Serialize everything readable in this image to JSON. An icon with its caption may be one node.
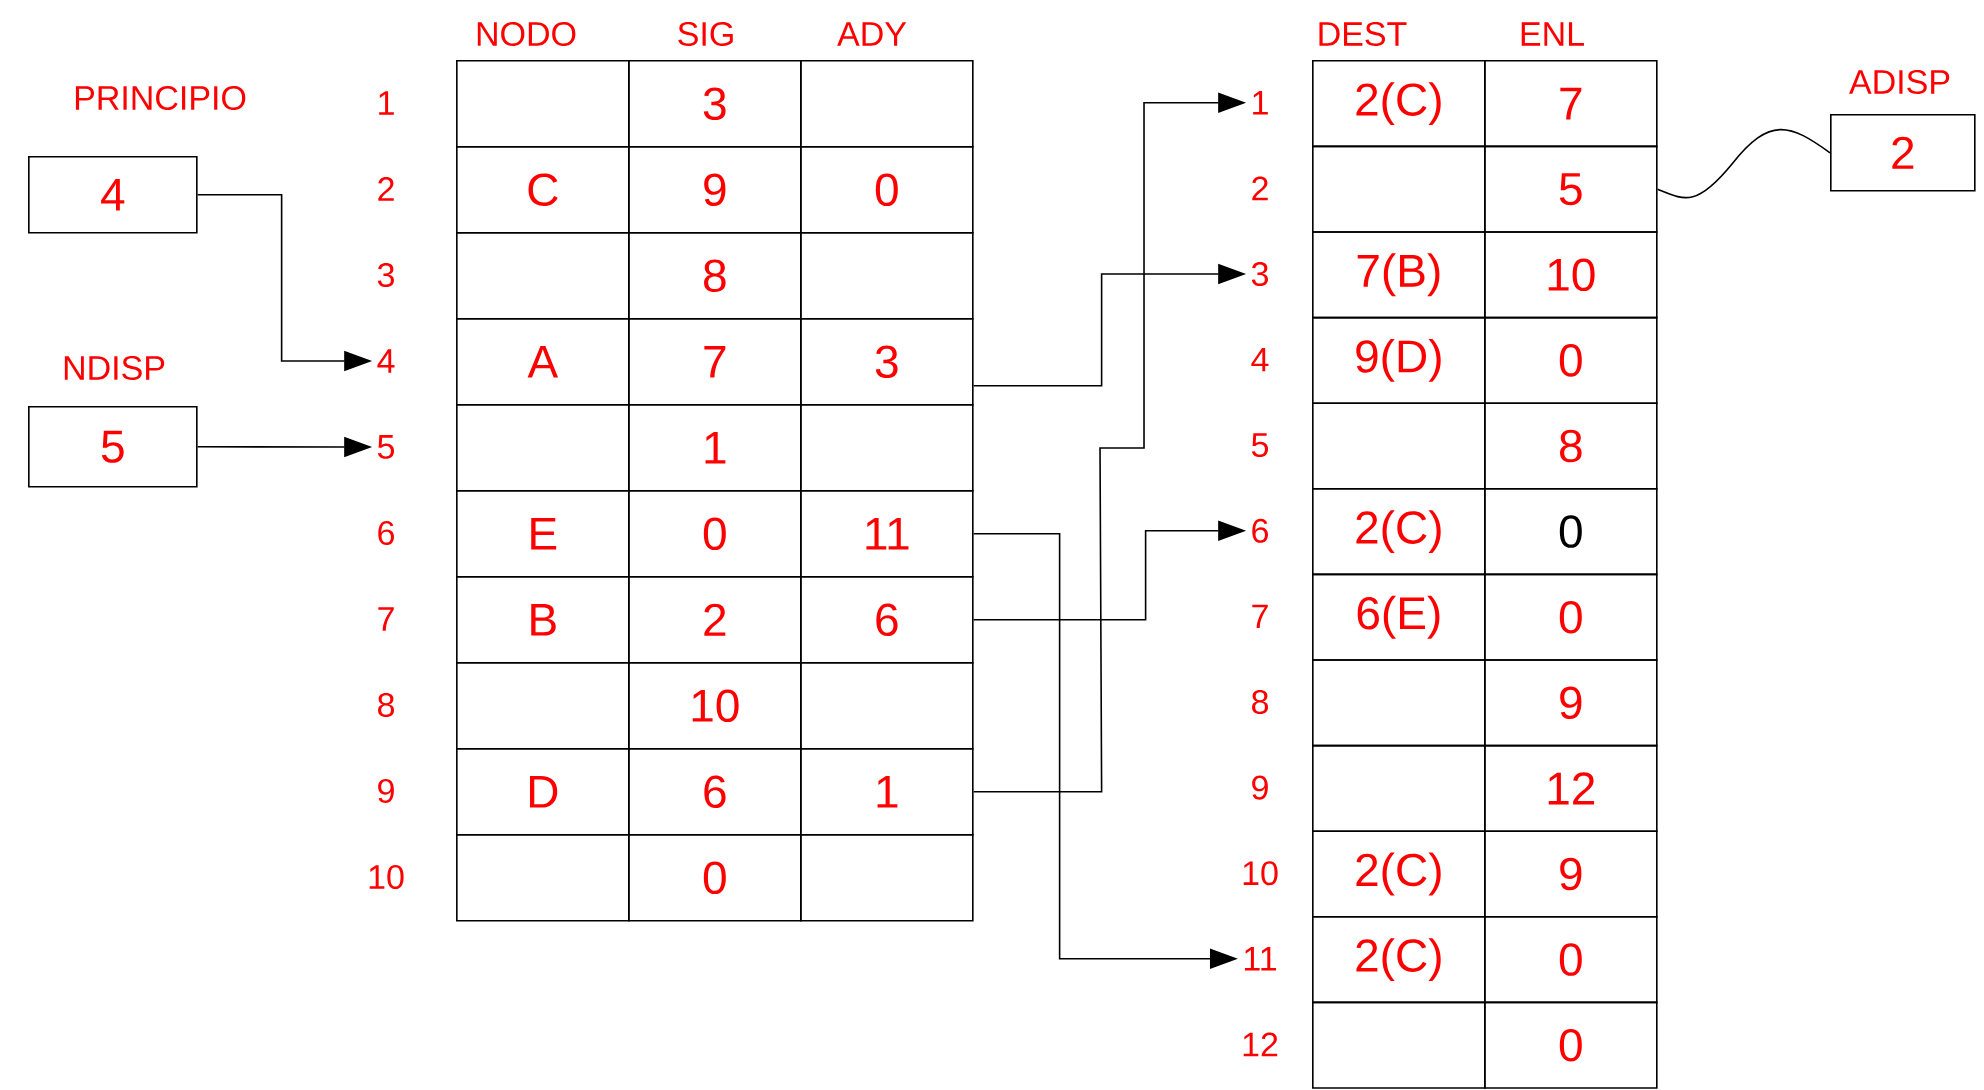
{
  "diagram": {
    "nodes": [
      {
        "text": [
          "PRINCIPIO",
          "4"
        ]
      },
      {
        "text": [
          "NDISP",
          "5"
        ]
      },
      {
        "text": [
          "1"
        ]
      },
      {
        "text": [],
        "shape": "box"
      },
      {
        "text": [
          "3"
        ]
      },
      {
        "text": [],
        "shape": "box"
      },
      {
        "text": [
          "2"
        ]
      },
      {
        "text": [
          "C"
        ]
      },
      {
        "text": [
          "9"
        ]
      },
      {
        "text": [
          "0"
        ]
      },
      {
        "text": [
          "3"
        ]
      },
      {
        "text": [],
        "shape": "box"
      },
      {
        "text": [
          "8"
        ]
      },
      {
        "text": [],
        "shape": "box"
      },
      {
        "text": [
          "4"
        ]
      },
      {
        "text": [
          "A"
        ]
      },
      {
        "text": [
          "7"
        ]
      },
      {
        "text": [
          "3"
        ]
      },
      {
        "text": [
          "5"
        ]
      },
      {
        "text": [],
        "shape": "box"
      },
      {
        "text": [
          "1"
        ]
      },
      {
        "text": [],
        "shape": "box"
      },
      {
        "text": [
          "6"
        ]
      },
      {
        "text": [
          "E"
        ]
      },
      {
        "text": [
          "0"
        ]
      },
      {
        "text": [
          "11"
        ]
      },
      {
        "text": [
          "7"
        ]
      },
      {
        "text": [
          "B"
        ]
      },
      {
        "text": [
          "2"
        ]
      },
      {
        "text": [
          "6"
        ]
      },
      {
        "text": [
          "8"
        ]
      },
      {
        "text": [],
        "shape": "box"
      },
      {
        "text": [
          "10"
        ]
      },
      {
        "text": [],
        "shape": "box"
      },
      {
        "text": [
          "9"
        ]
      },
      {
        "text": [
          "D"
        ]
      },
      {
        "text": [
          "6"
        ]
      },
      {
        "text": [
          "1"
        ]
      },
      {
        "text": [
          "10"
        ]
      },
      {
        "text": [],
        "shape": "box"
      },
      {
        "text": [
          "0"
        ]
      },
      {
        "text": [],
        "shape": "box"
      },
      {
        "text": [
          "1"
        ]
      },
      {
        "text": [
          "2(C)"
        ]
      },
      {
        "text": [
          "7"
        ]
      },
      {
        "text": [
          "2"
        ]
      },
      {
        "text": [],
        "shape": "box"
      },
      {
        "text": [
          "5"
        ]
      },
      {
        "text": [
          "3"
        ]
      },
      {
        "text": [
          "7(B)"
        ]
      },
      {
        "text": [
          "10"
        ]
      },
      {
        "text": [
          "4"
        ]
      },
      {
        "text": [
          "9(D)"
        ]
      },
      {
        "text": [
          "0"
        ]
      },
      {
        "text": [
          "5"
        ]
      },
      {
        "text": [],
        "shape": "box"
      },
      {
        "text": [
          "8"
        ]
      },
      {
        "text": [
          "6"
        ]
      },
      {
        "text": [
          "2(C)"
        ]
      },
      {
        "text": [
          "0"
        ]
      },
      {
        "text": [
          "7"
        ]
      },
      {
        "text": [
          "6(E)"
        ]
      },
      {
        "text": [
          "0"
        ]
      },
      {
        "text": [
          "8"
        ]
      },
      {
        "text": [],
        "shape": "box"
      },
      {
        "text": [
          "9"
        ]
      },
      {
        "text": [
          "9"
        ]
      },
      {
        "text": [],
        "shape": "box"
      },
      {
        "text": [
          "12"
        ]
      },
      {
        "text": [
          "10"
        ]
      },
      {
        "text": [
          "2(C)"
        ]
      },
      {
        "text": [
          "9"
        ]
      },
      {
        "text": [
          "11"
        ]
      },
      {
        "text": [
          "2(C)"
        ]
      },
      {
        "text": [
          "0"
        ]
      },
      {
        "text": [
          "12"
        ]
      },
      {
        "text": [],
        "shape": "box"
      },
      {
        "text": [
          "0"
        ]
      },
      {
        "text": [
          "ADISP",
          "2"
        ]
      }
    ],
    "edges": [
      {
        "from": 0,
        "to": 14,
        "arrow": "to"
      },
      {
        "from": 1,
        "to": 18,
        "arrow": "to"
      },
      {
        "from": 17,
        "to": 48,
        "arrow": "to"
      },
      {
        "from": 25,
        "to": 72,
        "arrow": "to"
      },
      {
        "from": 29,
        "to": 57,
        "arrow": "to"
      },
      {
        "from": 37,
        "to": 42,
        "arrow": "to"
      },
      {
        "from": 78,
        "to": 47,
        "arrow": "none"
      }
    ],
    "labels": [
      "NODO",
      "SIG",
      "ADY",
      "DEST",
      "ENL"
    ]
  }
}
